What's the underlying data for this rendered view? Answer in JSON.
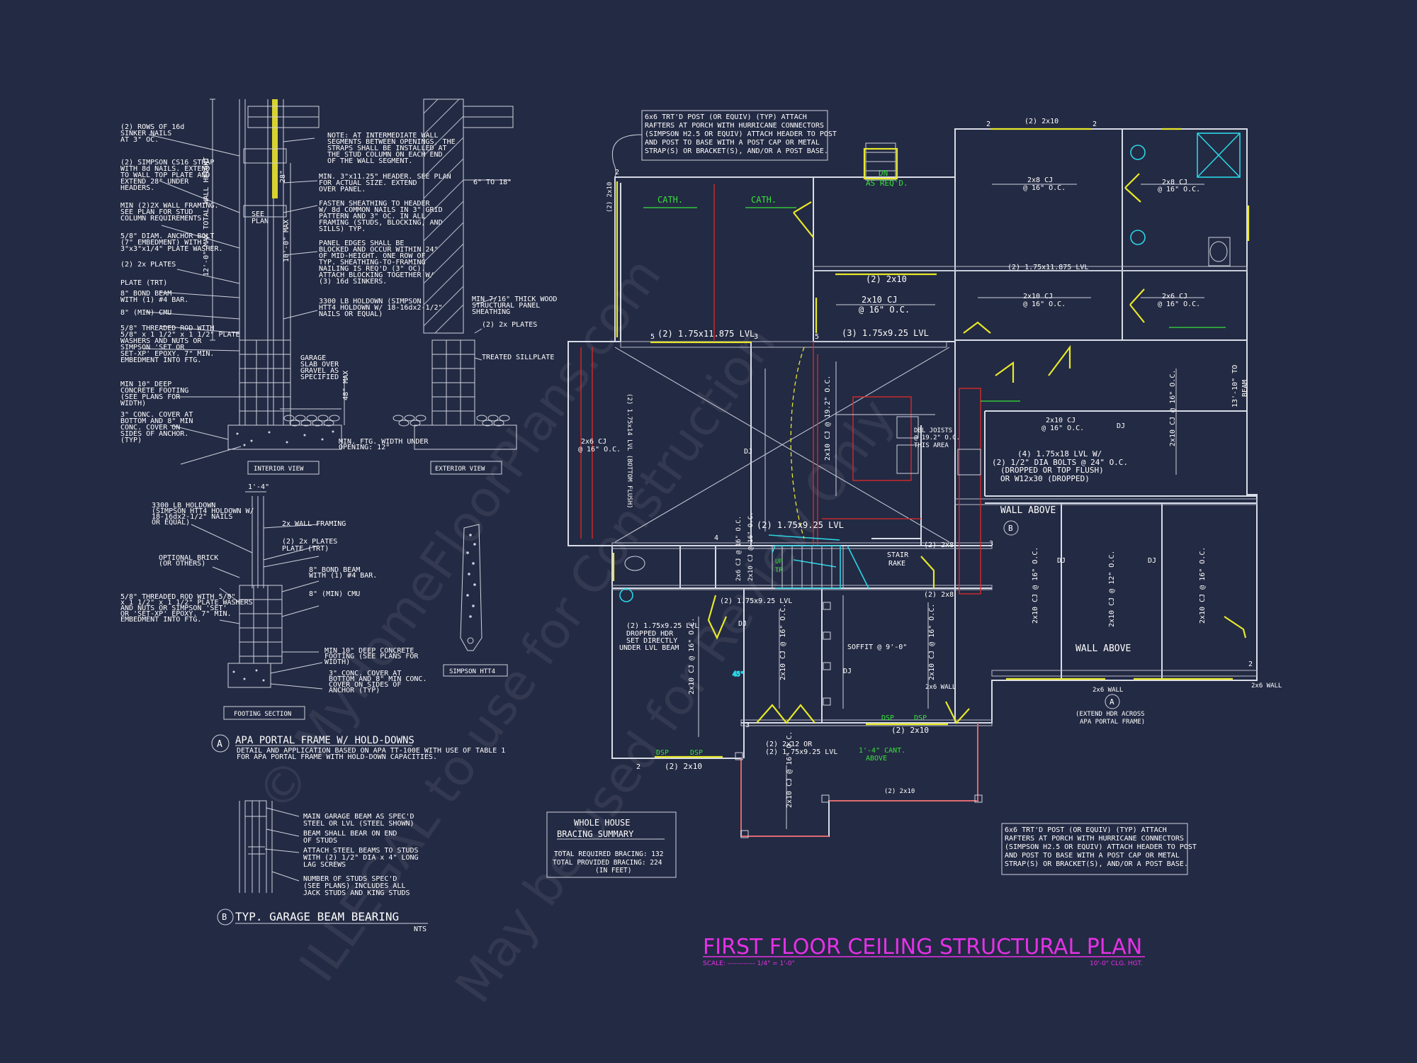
{
  "watermark": {
    "line1": "© MyHomeFloorPlans.com",
    "line2": "ILLEGAL to use for Construction",
    "line3": "May be used for Review Only"
  },
  "details": {
    "interior_view": "INTERIOR VIEW",
    "exterior_view": "EXTERIOR VIEW",
    "footing_section": "FOOTING SECTION",
    "simpson": "SIMPSON HTT4",
    "apa_title": "APA PORTAL FRAME W/ HOLD-DOWNS",
    "apa_marker": "A",
    "apa_note1": "DETAIL AND APPLICATION BASED ON APA TT-100E WITH USE OF TABLE 1",
    "apa_note2": "FOR APA PORTAL FRAME WITH HOLD-DOWN CAPACITIES.",
    "garage_title": "TYP. GARAGE BEAM BEARING",
    "garage_marker": "B",
    "nts": "NTS",
    "left_notes": [
      "(2) ROWS OF 16d",
      "SINKER NAILS",
      "AT 3\" OC.",
      "",
      "(2) SIMPSON CS16 STRAP",
      "WITH 8d NAILS. EXTEND",
      "TO WALL TOP PLATE AND",
      "EXTEND 28\" UNDER",
      "HEADERS.",
      "",
      "MIN (2)2X WALL FRAMING.",
      "SEE PLAN FOR STUD",
      "COLUMN REQUIREMENTS.",
      "",
      "5/8\" DIAM. ANCHOR BOLT",
      "(7\" EMBEDMENT) WITH",
      "3\"x3\"x1/4\" PLATE WASHER.",
      "",
      "(2) 2x PLATES",
      "",
      "PLATE (TRT)",
      "",
      "8\" BOND BEAM",
      "WITH (1) #4 BAR.",
      "",
      "8\" (MIN) CMU",
      "",
      "5/8\" THREADED ROD WITH",
      "5/8\" x 1 1/2\" x 1 1/2\" PLATE",
      "WASHERS AND NUTS OR",
      "SIMPSON 'SET OR",
      "SET-XP' EPOXY. 7\" MIN.",
      "EMBEDMENT INTO FTG.",
      "",
      "MIN 10\" DEEP",
      "CONCRETE FOOTING",
      "(SEE PLANS FOR",
      "WIDTH)",
      "",
      "3\" CONC. COVER AT",
      "BOTTOM AND 8\" MIN",
      "CONC. COVER ON",
      "SIDES OF ANCHOR.",
      "(TYP)"
    ],
    "mid_notes": [
      "NOTE: AT INTERMEDIATE WALL",
      "SEGMENTS BETWEEN OPENINGS, THE",
      "STRAPS SHALL BE INSTALLED AT",
      "THE STUD COLUMN ON EACH END",
      "OF THE WALL SEGMENT.",
      "",
      "MIN. 3\"x11.25\" HEADER. SEE PLAN",
      "FOR ACTUAL SIZE. EXTEND",
      "OVER PANEL.",
      "",
      "FASTEN SHEATHING TO HEADER",
      "W/ 8d COMMON NAILS IN 3\" GRID",
      "PATTERN AND 3\" OC. IN ALL",
      "FRAMING (STUDS, BLOCKING, AND",
      "SILLS) TYP.",
      "",
      "PANEL EDGES SHALL BE",
      "BLOCKED AND OCCUR WITHIN 24\"",
      "OF MID-HEIGHT. ONE ROW OF",
      "TYP. SHEATHING-TO-FRAMING",
      "NAILING IS REQ'D (3\" OC).",
      "ATTACH BLOCKING TOGETHER W/",
      "(3) 16d SINKERS.",
      "",
      "3300 LB HOLDOWN (SIMPSON",
      "HTT4 HOLDOWN W/ 18-16dx2-1/2\"",
      "NAILS OR EQUAL)"
    ],
    "ext_notes": [
      "MIN 7/16\" THICK WOOD",
      "STRUCTURAL PANEL",
      "SHEATHING",
      "",
      "(2) 2x PLATES",
      "",
      "",
      "TREATED SILLPLATE"
    ],
    "garage_slab": [
      "GARAGE",
      "SLAB OVER",
      "GRAVEL AS",
      "SPECIFIED"
    ],
    "dims": {
      "see_plan": "SEE",
      "plan": "PLAN",
      "d_max": "12'-0\" MAX TOTAL WALL HEIGHT",
      "d_hdr": "10'-0\" MAX",
      "d_28": "28\"",
      "d_48": "48\" MAX",
      "d_6to18": "6\" TO 18\"",
      "min_ftg": "MIN. FTG. WIDTH UNDER",
      "opening": "OPENING: 12\"",
      "d_14": "1'-4\""
    },
    "footing_notes": [
      "3300 LB HOLDOWN",
      "(SIMPSON HTT4 HOLDOWN W/",
      "18-16dx2-1/2\" NAILS",
      "OR EQUAL)",
      "",
      "2x WALL FRAMING",
      "",
      "(2) 2x PLATES",
      "PLATE (TRT)",
      "",
      "OPTIONAL BRICK",
      "(OR OTHERS)",
      "",
      "8\" BOND BEAM",
      "WITH (1) #4 BAR.",
      "",
      "8\" (MIN) CMU",
      "",
      "5/8\" THREADED ROD WITH 5/8\"",
      "x 1 1/2\" x 1 1/2\" PLATE WASHERS",
      "AND NUTS OR SIMPSON 'SET'",
      "OR 'SET-XP' EPOXY. 7\" MIN.",
      "EMBEDMENT INTO FTG.",
      "",
      "MIN 10\" DEEP CONCRETE",
      "FOOTING (SEE PLANS FOR",
      "WIDTH)",
      "",
      "3\" CONC. COVER AT",
      "BOTTOM AND 8\" MIN CONC.",
      "COVER ON SIDES OF",
      "ANCHOR (TYP)"
    ],
    "garage_notes": [
      "MAIN GARAGE BEAM AS SPEC'D",
      "STEEL OR LVL (STEEL SHOWN)",
      "BEAM SHALL BEAR ON END",
      "OF STUDS",
      "ATTACH STEEL BEAMS TO STUDS",
      "WITH (2) 1/2\" DIA x 4\" LONG",
      "LAG SCREWS",
      "",
      "NUMBER OF STUDS SPEC'D",
      "(SEE PLANS) INCLUDES ALL",
      "JACK STUDS AND KING STUDS"
    ]
  },
  "plan": {
    "title": "FIRST FLOOR CEILING STRUCTURAL PLAN",
    "scale_label": "SCALE: ------------ 1/4\" = 1'-0\"",
    "clg_hgt": "10'-0\" CLG. HGT.",
    "porch_note_top": [
      "6x6 TRT'D POST (OR EQUIV) (TYP) ATTACH",
      "RAFTERS AT PORCH WITH HURRICANE CONNECTORS",
      "(SIMPSON H2.5 OR EQUIV) ATTACH HEADER TO POST",
      "AND POST TO BASE WITH A POST CAP OR METAL",
      "STRAP(S) OR BRACKET(S), AND/OR A POST BASE."
    ],
    "porch_note_bot": [
      "6x6 TRT'D POST (OR EQUIV) (TYP) ATTACH",
      "RAFTERS AT PORCH WITH HURRICANE CONNECTORS",
      "(SIMPSON H2.5 OR EQUIV) ATTACH HEADER TO POST",
      "AND POST TO BASE WITH A POST CAP OR METAL",
      "STRAP(S) OR BRACKET(S), AND/OR A POST BASE."
    ],
    "bracing": {
      "title1": "WHOLE HOUSE",
      "title2": "BRACING SUMMARY",
      "req": "TOTAL REQUIRED BRACING: 132",
      "prov": "TOTAL PROVIDED BRACING: 224",
      "unit": "(IN FEET)"
    },
    "green": {
      "cath1": "CATH.",
      "cath2": "CATH.",
      "dn": "DN",
      "as_reqd": "AS REQ'D.",
      "dsp": "DSP",
      "cant": "1'-4\" CANT.",
      "above": "ABOVE",
      "up": "UP",
      "tr": "TR"
    },
    "labels": {
      "l2x10_top": "(2) 2x10",
      "l2x10a": "(2) 2x10",
      "l2x10_mid": "(2) 2x10",
      "l2x10_bot": "(2) 2x10",
      "l2x10_porch": "(2) 2x10",
      "l2x10_lbot": "(2) 2x10",
      "l2x8": "(2) 2x8",
      "l2x8b": "(2) 2x8",
      "cj2x8": "2x8 CJ",
      "cj2x8b": "2x8 CJ",
      "at16": "@ 16\" O.C.",
      "cj2x10": "2x10 CJ",
      "cj2x6": "2x6 CJ",
      "lvl1": "(2) 1.75x11.875 LVL",
      "lvl2": "(2) 1.75x11.875 LVL",
      "lvl3": "(3) 1.75x9.25 LVL",
      "lvl4": "(2) 1.75x9.25 LVL",
      "lvl5": "(2) 1.75x9.25 LVL",
      "lvl6": "(2) 1.75x9.25 LVL",
      "lvl_flush": "(2) 1.75x14 LVL (BOTTOM FLUSH)",
      "beam4": "(4) 1.75x18 LVL W/",
      "beam4b": "(2) 1/2\" DIA BOLTS @ 24\" O.C.",
      "beam4c": "(DROPPED OR TOP FLUSH)",
      "beam4d": "OR W12x30 (DROPPED)",
      "del1": "DBL JOISTS",
      "del2": "@ 19.2\" O.C.",
      "del3": "THIS AREA",
      "wall_above1": "WALL ABOVE",
      "wall_above2": "WALL ABOVE",
      "stair1": "STAIR",
      "stair2": "RAKE",
      "dropped1": "(2) 1.75x9.25 LVL",
      "dropped2": "DROPPED HDR",
      "dropped3": "SET DIRECTLY",
      "dropped4": "UNDER LVL BEAM",
      "soffit": "SOFFIT @ 9'-0\"",
      "wall2x6a": "2x6 WALL",
      "wall2x6b": "2x6 WALL",
      "wall2x6c": "2x6 WALL",
      "extend1": "(EXTEND HDR ACROSS",
      "extend2": "APA PORTAL FRAME)",
      "dj": "DJ",
      "beam13": "13'-10\" TO",
      "beam13b": "BEAM",
      "or2x12": "(2) 2x12 OR",
      "cj2x12": "2x10 CJ @ 12\" O.C.",
      "cj16": "2x10 CJ @ 16\" O.C.",
      "cj16b": "2x10 CJ @ 16\" O.C.",
      "cj_rot": "2x10 CJ @ 16\" O.C.",
      "cj_rot2": "2x10 CJ @ 16\" O.C.",
      "cj_rot3": "2x10 CJ @ 16\" O.C.",
      "cj_rot4": "2x10 CJ @ 16\" O.C.",
      "cj_rot5": "2x10 CJ @ 16\" O.C.",
      "cj_rot6": "2x10 CJ @ 12\" O.C.",
      "cj_rot7": "2x10 CJ @ 16\" O.C.",
      "cj_rot8": "2x10 CJ @ 16\" O.C.",
      "cj_rot9": "2x10 CJ @ 16\" O.C.",
      "cj_2x6cj": "2x6 CJ @ 16\" O.C.",
      "cj_192": "2x10 CJ @ 19.2\" O.C.",
      "deg45": "45°",
      "mark_a": "A",
      "mark_b": "B",
      "n2": "2",
      "n3": "3",
      "n4": "4",
      "n5": "5"
    }
  }
}
